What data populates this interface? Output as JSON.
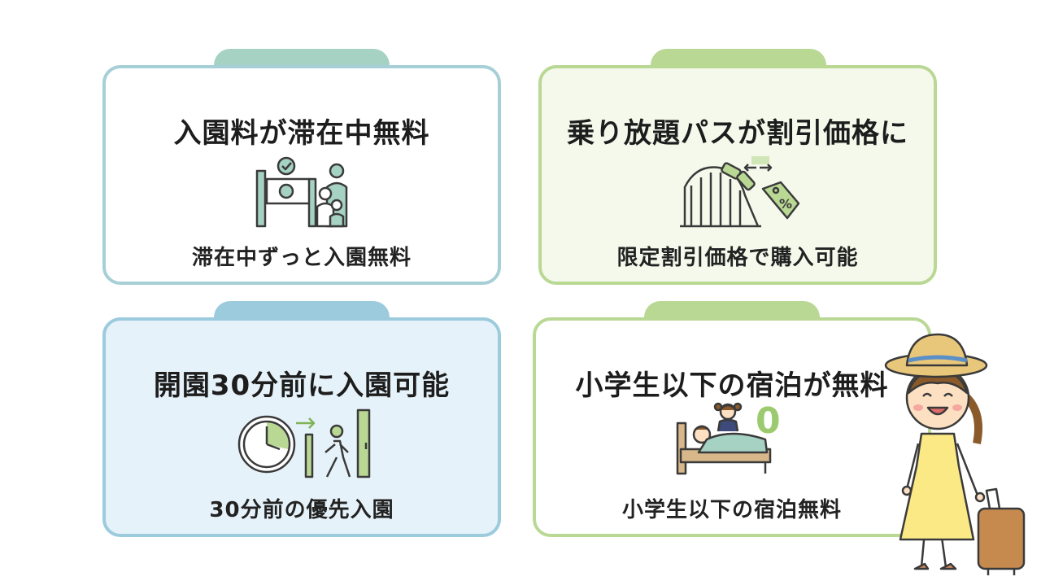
{
  "cards": [
    {
      "title": "入園料が滞在中無料",
      "subtitle": "滞在中ずっと入園無料"
    },
    {
      "title": "乗り放題パスが割引価格に",
      "subtitle": "限定割引価格で購入可能"
    },
    {
      "title": "開園30分前に入園可能",
      "subtitle": "30分前の優先入園"
    },
    {
      "title": "小学生以下の宿泊が無料",
      "subtitle": "小学生以下の宿泊無料",
      "zero_label": "0"
    }
  ],
  "colors": {
    "teal": "#a6d2c4",
    "green": "#b9d894",
    "blue": "#9ccbdd",
    "line": "#3a3a3a"
  }
}
